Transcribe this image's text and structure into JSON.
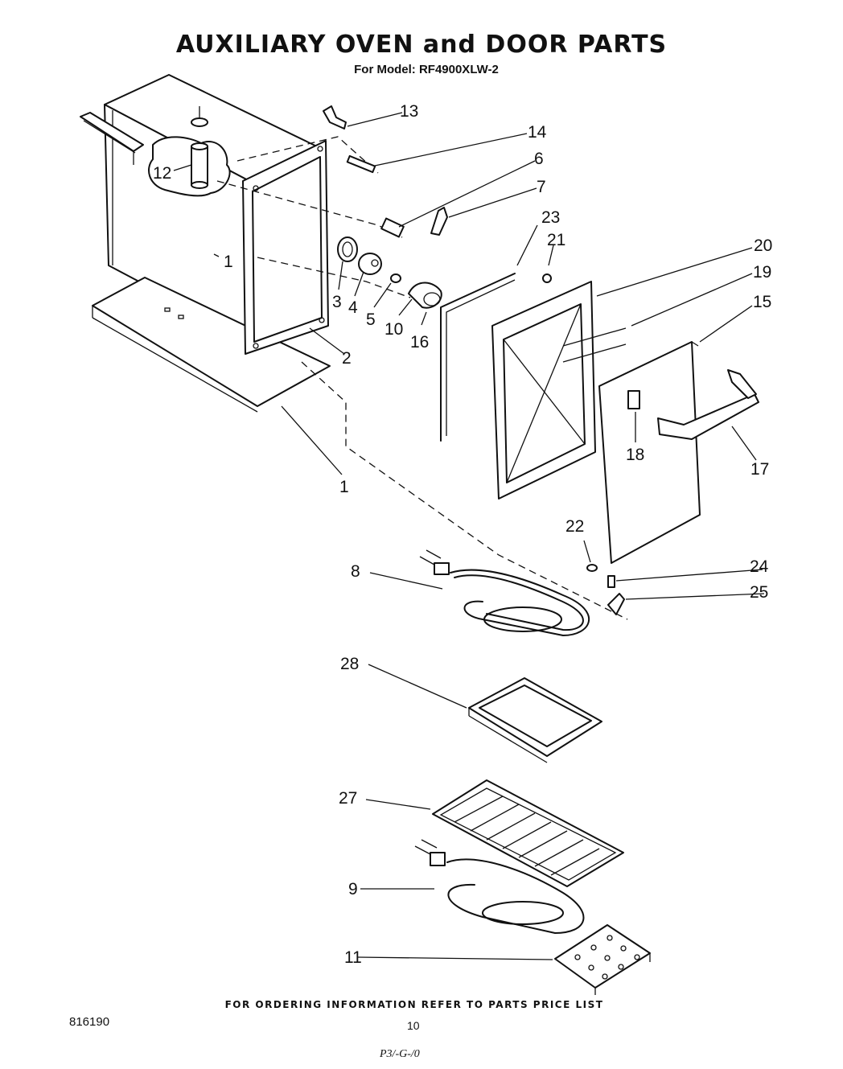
{
  "title": "AUXILIARY OVEN and DOOR PARTS",
  "subtitle": "For Model: RF4900XLW-2",
  "footer_note": "FOR ORDERING INFORMATION REFER TO PARTS PRICE LIST",
  "doc_number": "816190",
  "page_number": "10",
  "stamp": "P3/-G-/0",
  "labels": {
    "p1a": "1",
    "p1b": "1",
    "p2": "2",
    "p3": "3",
    "p4": "4",
    "p5": "5",
    "p6": "6",
    "p7": "7",
    "p8": "8",
    "p9": "9",
    "p10": "10",
    "p11": "11",
    "p12": "12",
    "p13": "13",
    "p14": "14",
    "p15": "15",
    "p16": "16",
    "p17": "17",
    "p18": "18",
    "p19": "19",
    "p20": "20",
    "p21": "21",
    "p22": "22",
    "p23": "23",
    "p24": "24",
    "p25": "25",
    "p27": "27",
    "p28": "28"
  }
}
